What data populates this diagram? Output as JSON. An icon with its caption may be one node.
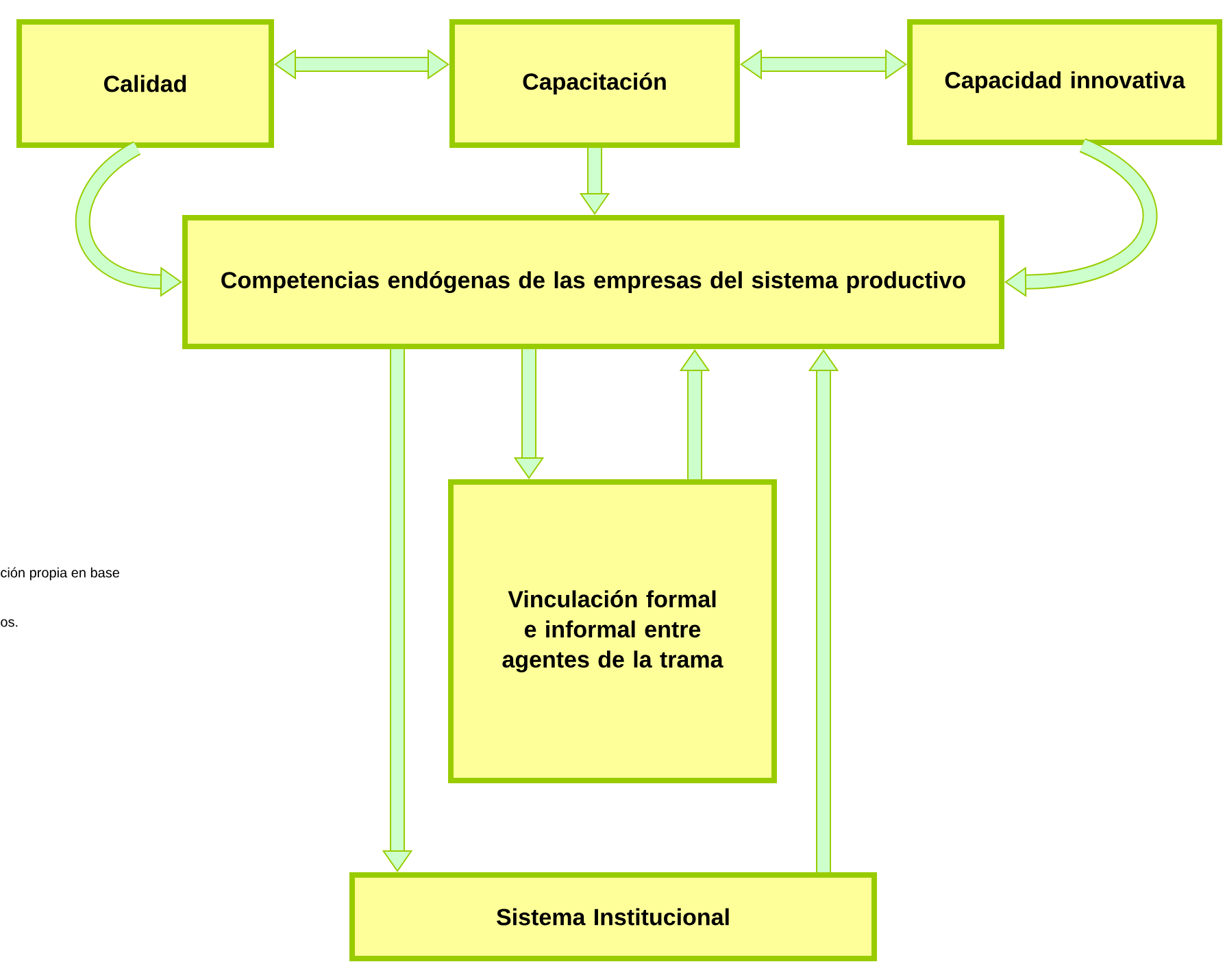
{
  "diagram": {
    "nodes": [
      {
        "text": [
          "Calidad"
        ]
      },
      {
        "text": [
          "Capacitación"
        ]
      },
      {
        "text": [
          "Capacidad innovativa"
        ]
      },
      {
        "text": [
          "Competencias endógenas de las empresas del sistema productivo"
        ]
      },
      {
        "text": [
          "Vinculación formal e informal entre agentes de la trama"
        ]
      },
      {
        "text": [
          "Sistema Institucional"
        ]
      }
    ],
    "edges": [
      {
        "from": 0,
        "to": 1,
        "arrow": "both"
      },
      {
        "from": 1,
        "to": 2,
        "arrow": "both"
      },
      {
        "from": 1,
        "to": 3,
        "arrow": "to"
      },
      {
        "from": 0,
        "to": 3,
        "arrow": "to"
      },
      {
        "from": 2,
        "to": 3,
        "arrow": "to"
      },
      {
        "from": 3,
        "to": 4,
        "arrow": "to"
      },
      {
        "from": 4,
        "to": 3,
        "arrow": "to"
      },
      {
        "from": 3,
        "to": 5,
        "arrow": "to"
      },
      {
        "from": 5,
        "to": 3,
        "arrow": "to"
      }
    ],
    "labels": [
      "ción propia en base",
      "os."
    ]
  }
}
